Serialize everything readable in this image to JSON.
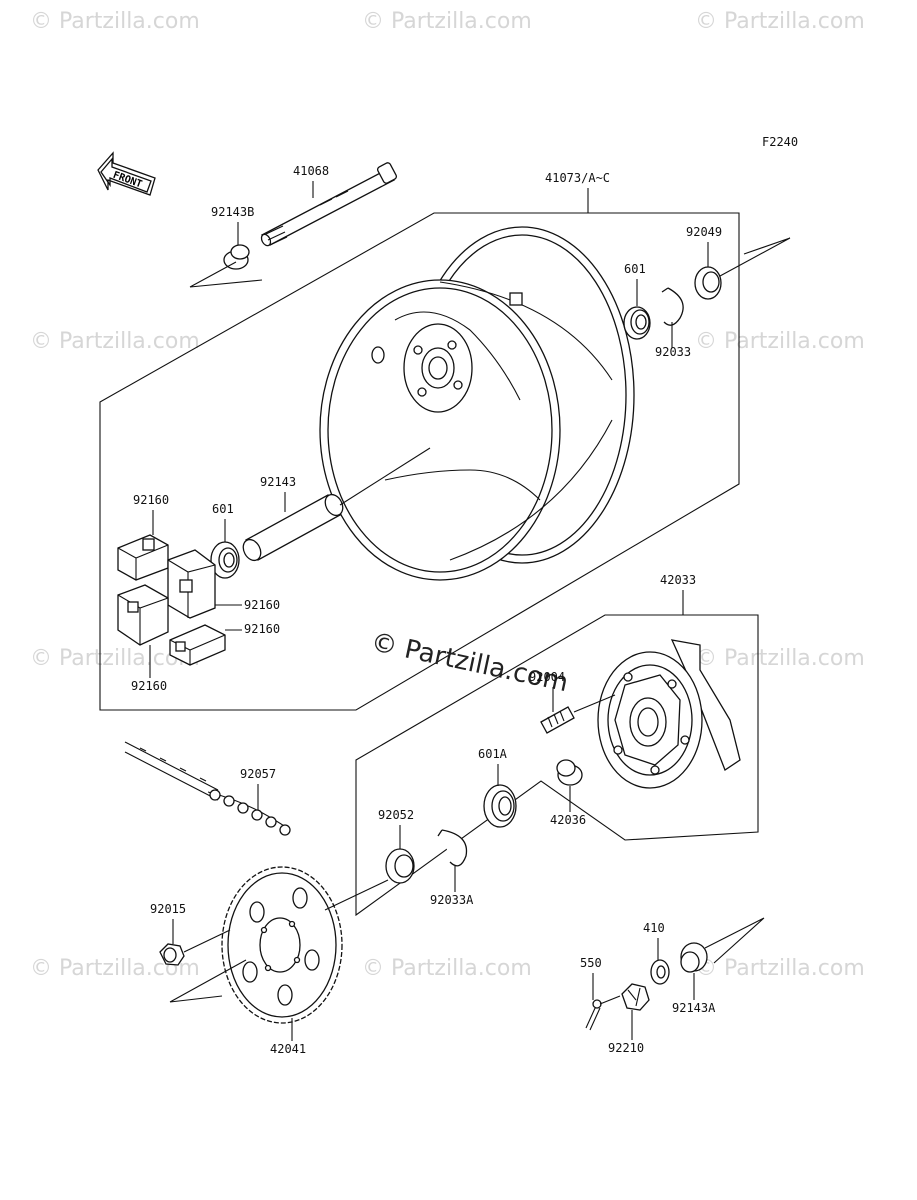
{
  "figure_code": "F2240",
  "front_arrow_label": "FRONT",
  "center_watermark": "© Partzilla.com",
  "bg_watermark": "© Partzilla.com",
  "labels": {
    "p41068": "41068",
    "p41073": "41073/A~C",
    "p92143B": "92143B",
    "p92049": "92049",
    "p601_top": "601",
    "p92033": "92033",
    "p92160_a": "92160",
    "p601_left": "601",
    "p92143": "92143",
    "p92160_b": "92160",
    "p92160_c": "92160",
    "p92160_d": "92160",
    "p42033": "42033",
    "p92004": "92004",
    "p601A": "601A",
    "p42036": "42036",
    "p92052": "92052",
    "p92033A": "92033A",
    "p92057": "92057",
    "p92015": "92015",
    "p42041": "42041",
    "p410": "410",
    "p550": "550",
    "p92143A": "92143A",
    "p92210": "92210"
  }
}
